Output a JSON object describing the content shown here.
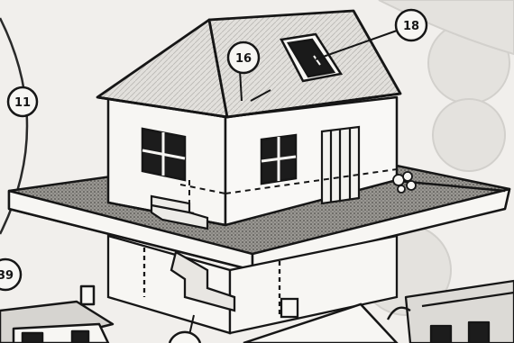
{
  "illustration": {
    "callouts": {
      "c11": "11",
      "c16": "16",
      "c18": "18",
      "c39": "39"
    },
    "colors": {
      "ink": "#161616",
      "paper": "#f1efec",
      "ground": "#8a8884",
      "roof": "#d9d7d3",
      "wall": "#f7f6f3",
      "background_shape": "#e4e2de"
    },
    "icon": "isometric-house-cutaway"
  }
}
